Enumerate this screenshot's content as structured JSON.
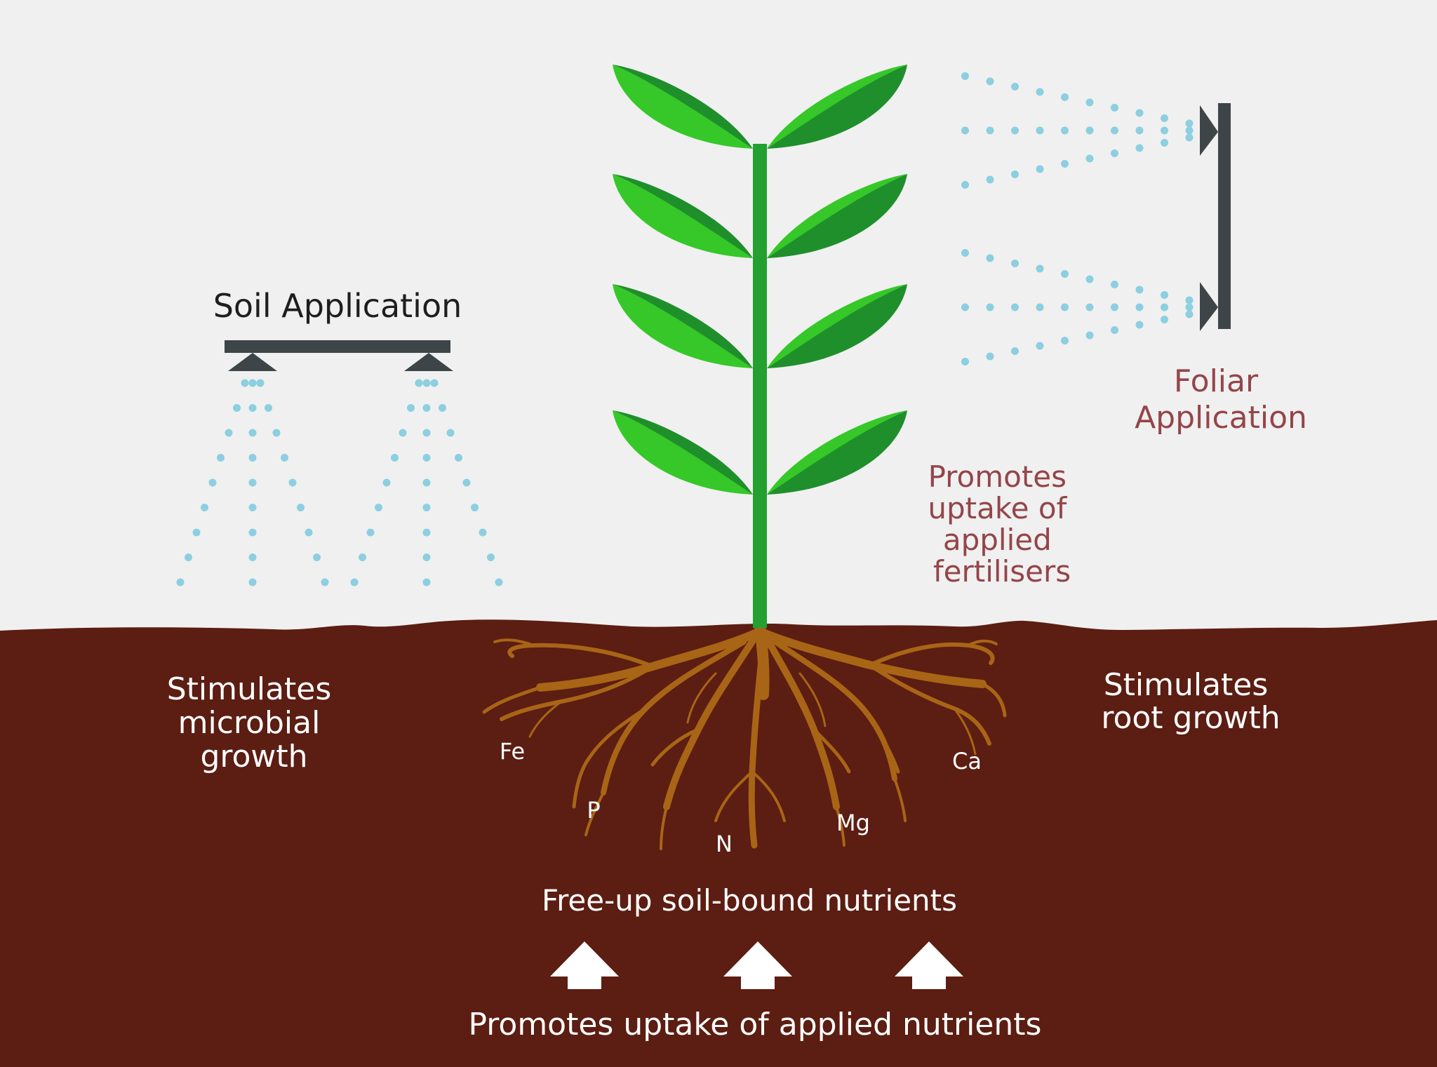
{
  "colors": {
    "background": "#f0f0f0",
    "soil": "#5c1d12",
    "stem": "#23a030",
    "leaf_dark": "#1f8f2b",
    "leaf_light": "#35c828",
    "root": "#a86516",
    "nozzle": "#3d4548",
    "spray": "#8ccfe0",
    "text_dark": "#1e1e1e",
    "text_accent": "#94454a",
    "text_light": "#ffffff"
  },
  "labels": {
    "soil_application": "Soil Application",
    "foliar_application": [
      "Foliar",
      "Application"
    ],
    "promotes_uptake_fertilisers": [
      "Promotes",
      "uptake of",
      "applied",
      "fertilisers"
    ],
    "stimulates_microbial": [
      "Stimulates",
      "microbial",
      "growth"
    ],
    "stimulates_root": [
      "Stimulates",
      "root growth"
    ],
    "free_up": "Free-up soil-bound nutrients",
    "promotes_uptake_nutrients": "Promotes uptake of applied nutrients"
  },
  "nutrients": [
    "Fe",
    "P",
    "N",
    "Mg",
    "Ca"
  ]
}
